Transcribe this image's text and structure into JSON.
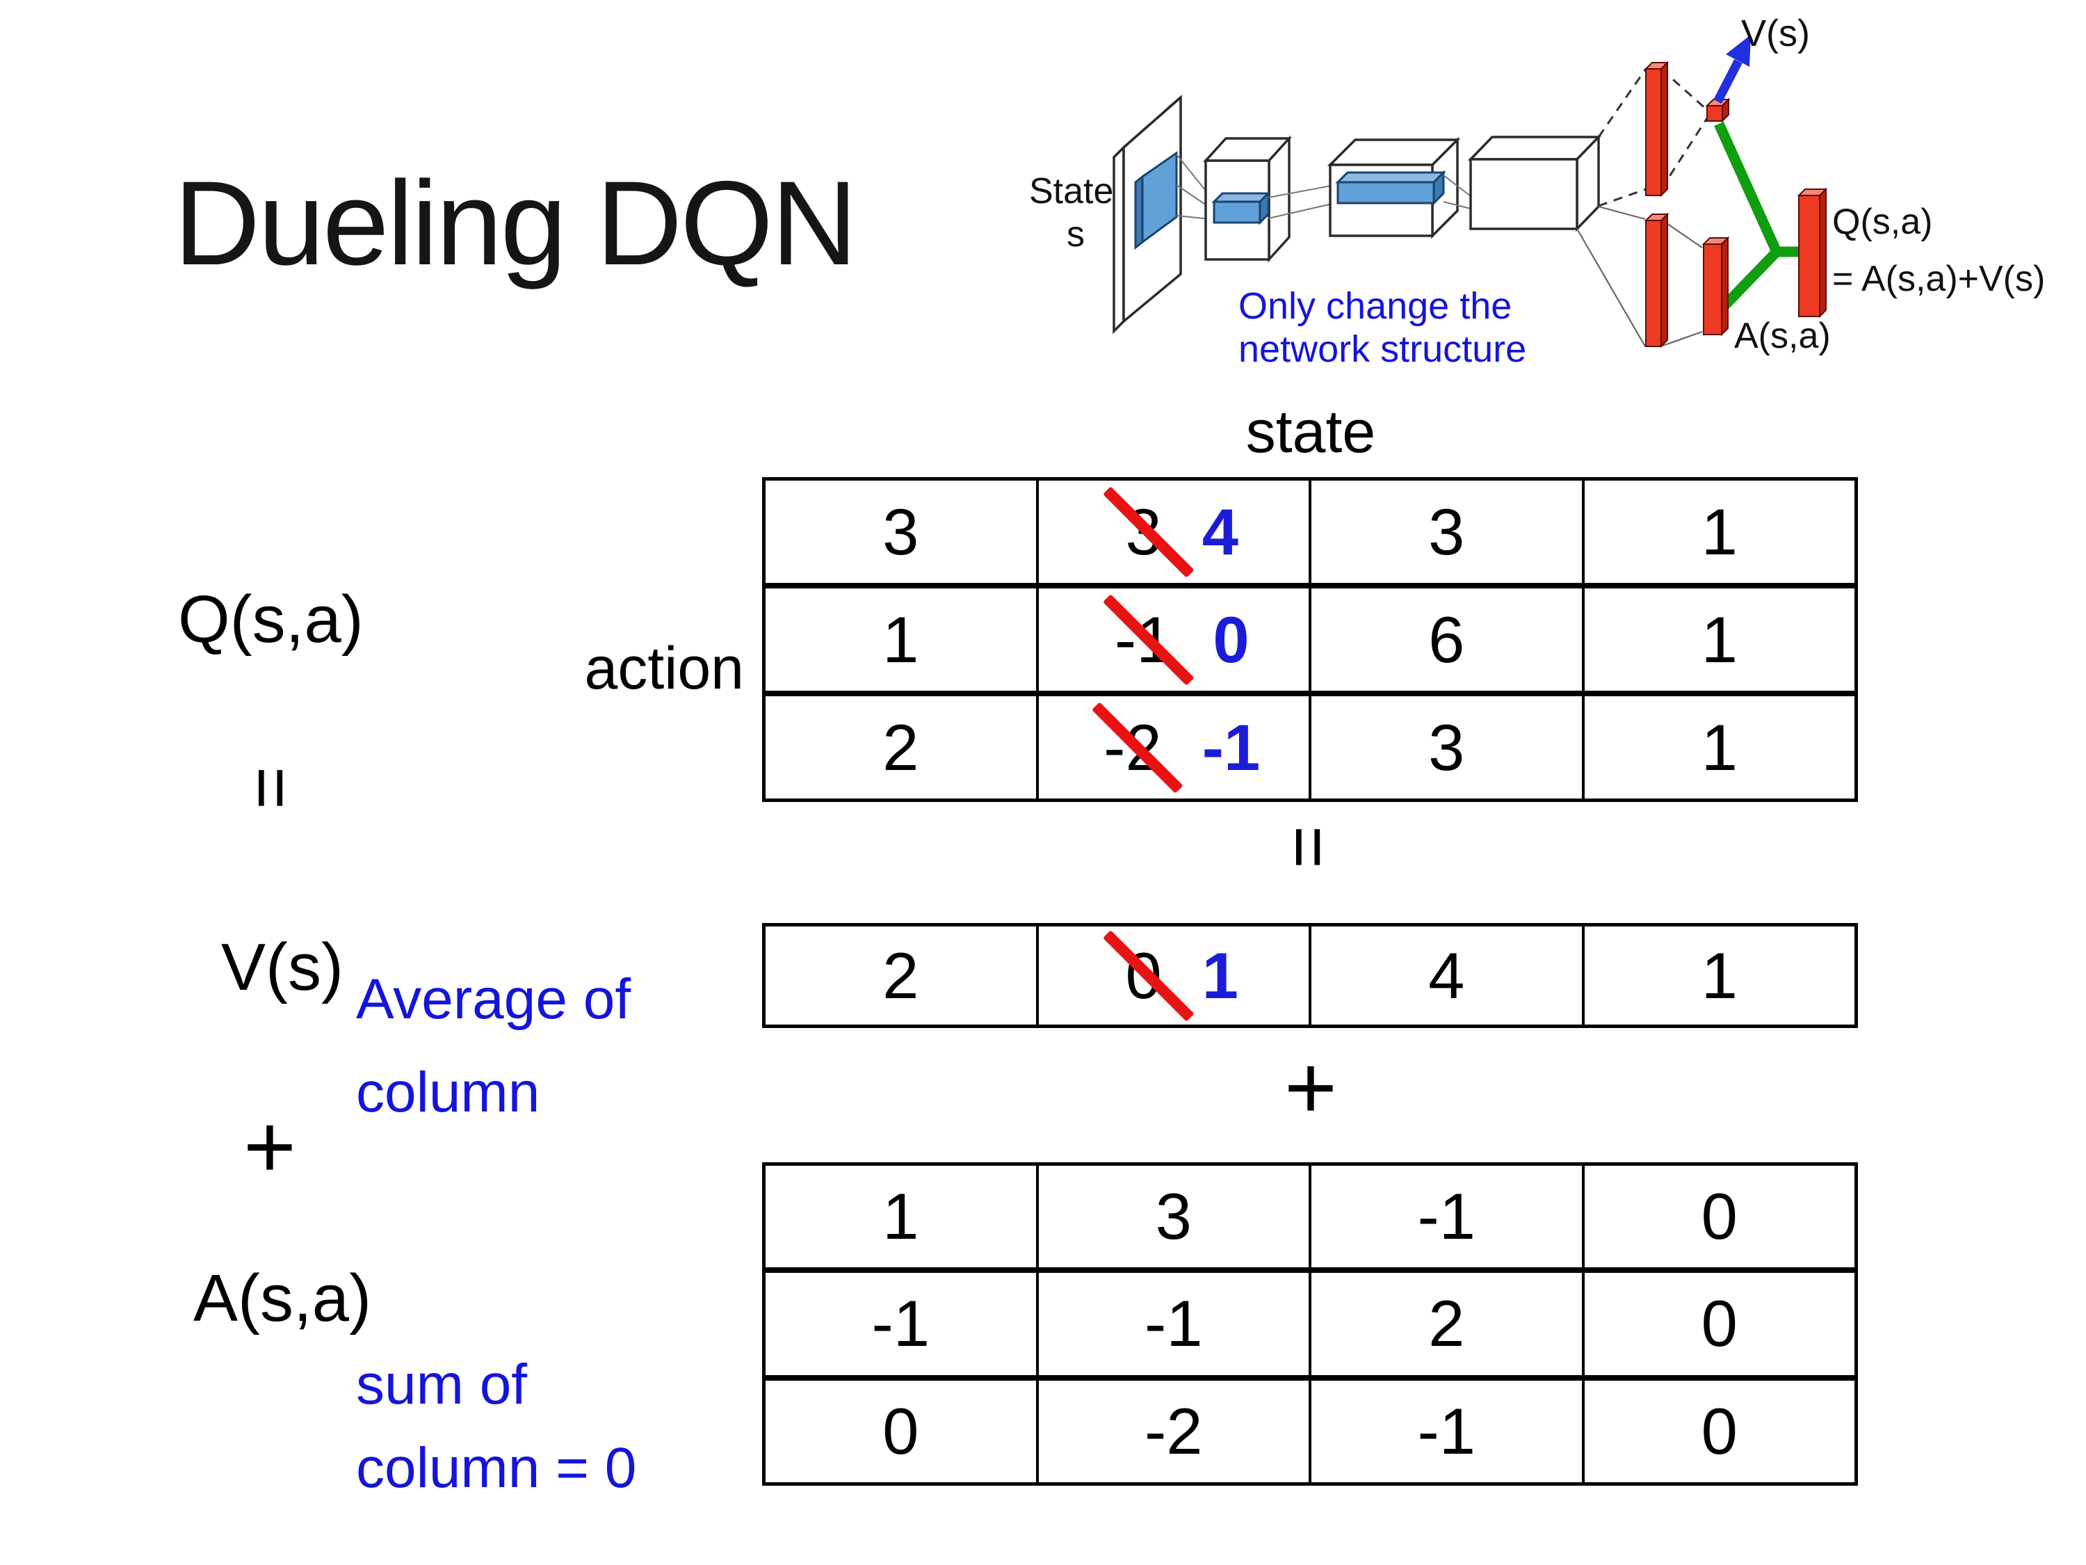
{
  "title": "Dueling DQN",
  "diagram": {
    "state_line1": "State",
    "state_line2": "s",
    "v_out_label": "V(s)",
    "a_out_label": "A(s,a)",
    "q_out_line1": "Q(s,a)",
    "q_out_line2": "= A(s,a)+V(s)",
    "note_line1": "Only change the",
    "note_line2": "network structure"
  },
  "decomposition": {
    "state_header": "state",
    "action_label": "action",
    "q_label": "Q(s,a)",
    "equals": "=",
    "plus": "+",
    "v_label": "V(s)",
    "a_label": "A(s,a)",
    "avg_note_line1": "Average of",
    "avg_note_line2": "column",
    "sum_note_line1": "sum of",
    "sum_note_line2": "column = 0",
    "q_table": {
      "r0c0": "3",
      "r0c1_old": "3",
      "r0c1_new": "4",
      "r0c2": "3",
      "r0c3": "1",
      "r1c0": "1",
      "r1c1_old": "-1",
      "r1c1_new": "0",
      "r1c2": "6",
      "r1c3": "1",
      "r2c0": "2",
      "r2c1_old": "-2",
      "r2c1_new": "-1",
      "r2c2": "3",
      "r2c3": "1"
    },
    "v_table": {
      "c0": "2",
      "c1_old": "0",
      "c1_new": "1",
      "c2": "4",
      "c3": "1"
    },
    "a_table": {
      "r0c0": "1",
      "r0c1": "3",
      "r0c2": "-1",
      "r0c3": "0",
      "r1c0": "-1",
      "r1c1": "-1",
      "r1c2": "2",
      "r1c3": "0",
      "r2c0": "0",
      "r2c1": "-2",
      "r2c2": "-1",
      "r2c3": "0"
    }
  },
  "colors": {
    "annotation_blue": "#1414dc",
    "edit_blue": "#1c1cd8",
    "strike_red": "#e81414",
    "bar_red": "#ee3a22",
    "bar_red_side": "#b7200f",
    "bar_red_top": "#f9887a",
    "conv_blue": "#62a0d8",
    "conv_blue_dark": "#3c78b4",
    "merge_green": "#0f9e0f",
    "arrow_blue": "#2030e0"
  }
}
